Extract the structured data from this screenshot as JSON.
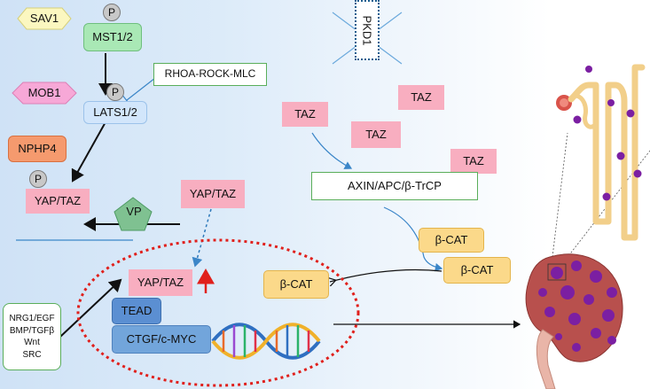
{
  "nodes": {
    "sav1": "SAV1",
    "mst": "MST1/2",
    "mob1": "MOB1",
    "lats": "LATS1/2",
    "rhoa": "RHOA-ROCK-MLC",
    "nphp4": "NPHP4",
    "yap_taz_p": "YAP/TAZ",
    "vp": "VP",
    "yap_taz_right": "YAP/TAZ",
    "yap_taz_nucleus": "YAP/TAZ",
    "tead": "TEAD",
    "ctgf": "CTGF/c-MYC",
    "pkd1": "PKD1",
    "taz_1": "TAZ",
    "taz_2": "TAZ",
    "taz_3": "TAZ",
    "taz_4": "TAZ",
    "axin": "AXIN/APC/β-TrCP",
    "bcat_1": "β-CAT",
    "bcat_2": "β-CAT",
    "bcat_3": "β-CAT",
    "growth_factors": [
      "NRG1/EGF",
      "BMP/TGFβ",
      "Wnt",
      "SRC"
    ],
    "phospho": "P"
  },
  "colors": {
    "pink": "#f8aec0",
    "green": "#a9e8b5",
    "light_blue": "#d2e6fb",
    "orange": "#f59a6e",
    "yellow": "#fbd98a",
    "tead_blue": "#5b8fd2",
    "ellipse_red": "#e0201c",
    "cyst_purple": "#7b1fa2"
  }
}
